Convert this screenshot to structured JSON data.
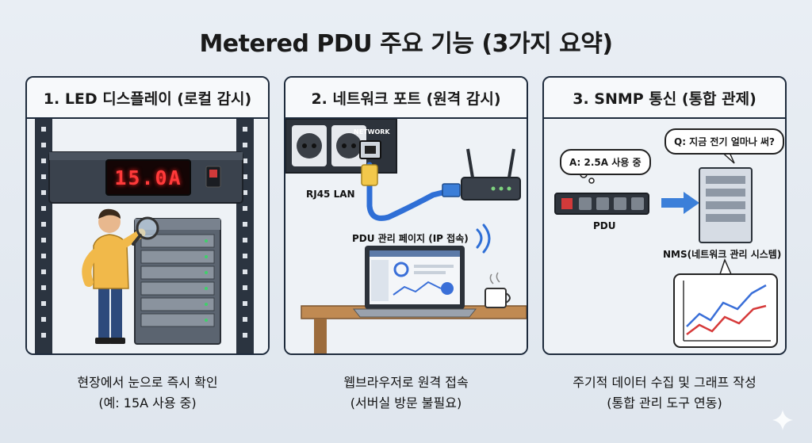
{
  "title": "Metered PDU 주요 기능 (3가지 요약)",
  "panels": [
    {
      "heading": "1. LED 디스플레이 (로컬 감시)",
      "led_value": "15.0A",
      "caption_line1": "현장에서 눈으로 즉시 확인",
      "caption_line2": "(예: 15A 사용 중)"
    },
    {
      "heading": "2. 네트워크 포트 (원격 감시)",
      "network_label": "NETWORK",
      "rj45_label": "RJ45 LAN",
      "webpage_label": "PDU 관리 페이지 (IP 접속)",
      "caption_line1": "웹브라우저로 원격 접속",
      "caption_line2": "(서버실 방문 불필요)"
    },
    {
      "heading": "3. SNMP 통신 (통합 관제)",
      "question_bubble": "Q: 지금 전기 얼마나 써?",
      "answer_bubble": "A: 2.5A 사용 중",
      "pdu_label": "PDU",
      "nms_label": "NMS(네트워크 관리 시스템)",
      "caption_line1": "주기적 데이터 수집 및 그래프 작성",
      "caption_line2": "(통합 관리 도구 연동)"
    }
  ],
  "colors": {
    "border": "#1e2b3c",
    "led_red": "#ff3a3a",
    "cable_blue": "#2f6fd6",
    "arrow_blue": "#3b7fd9",
    "chart_blue": "#3a6fd8",
    "chart_red": "#d63a3a"
  }
}
